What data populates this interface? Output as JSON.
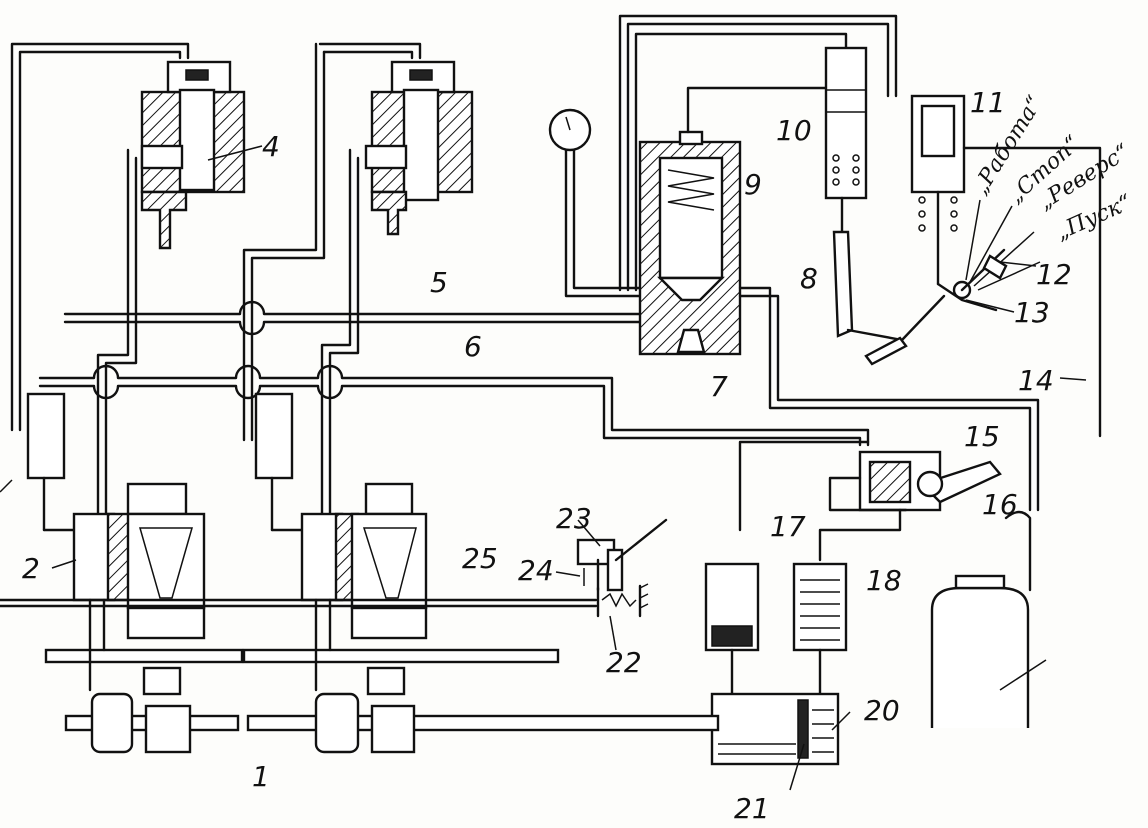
{
  "diagram": {
    "labels": [
      {
        "id": "1",
        "text": "1"
      },
      {
        "id": "2",
        "text": "2"
      },
      {
        "id": "4",
        "text": "4"
      },
      {
        "id": "5",
        "text": "5"
      },
      {
        "id": "6",
        "text": "6"
      },
      {
        "id": "7",
        "text": "7"
      },
      {
        "id": "8",
        "text": "8"
      },
      {
        "id": "9",
        "text": "9"
      },
      {
        "id": "10",
        "text": "10"
      },
      {
        "id": "11",
        "text": "11"
      },
      {
        "id": "12",
        "text": "12"
      },
      {
        "id": "13",
        "text": "13"
      },
      {
        "id": "14",
        "text": "14"
      },
      {
        "id": "15",
        "text": "15"
      },
      {
        "id": "16",
        "text": "16"
      },
      {
        "id": "17",
        "text": "17"
      },
      {
        "id": "18",
        "text": "18"
      },
      {
        "id": "20",
        "text": "20"
      },
      {
        "id": "21",
        "text": "21"
      },
      {
        "id": "22",
        "text": "22"
      },
      {
        "id": "23",
        "text": "23"
      },
      {
        "id": "24",
        "text": "24"
      },
      {
        "id": "25",
        "text": "25"
      }
    ],
    "lever_positions": {
      "work": "„Работа“",
      "stop": "„Стоп“",
      "reverse": "„Реверс“",
      "start": "„Пуск“"
    },
    "colors": {
      "ink": "#111111",
      "paper": "#fdfdfb"
    }
  }
}
